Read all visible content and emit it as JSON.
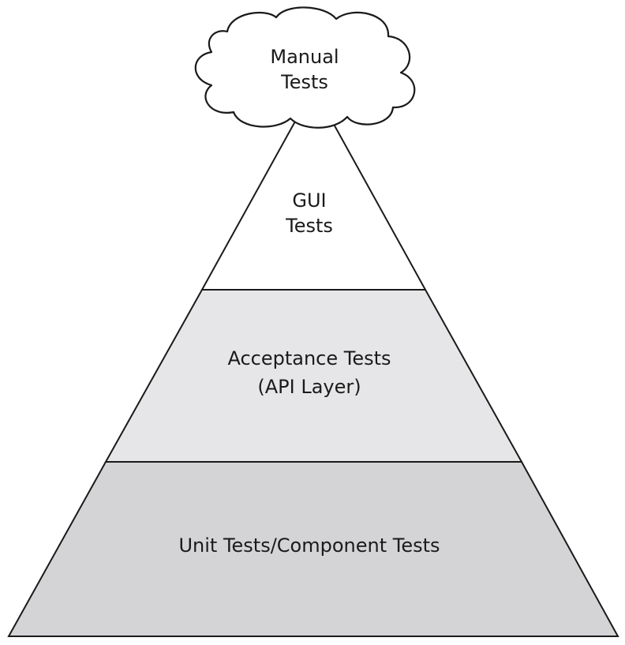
{
  "diagram": {
    "cloud": {
      "line1": "Manual",
      "line2": "Tests"
    },
    "tiers": [
      {
        "line1": "GUI",
        "line2": "Tests",
        "fill": "#ffffff"
      },
      {
        "line1": "Acceptance Tests",
        "line2": "(API Layer)",
        "fill": "#e6e6e8"
      },
      {
        "line1": "Unit Tests/Component Tests",
        "fill": "#d4d4d6"
      }
    ],
    "colors": {
      "stroke": "#1a1a1a",
      "text": "#1a1a1a"
    }
  }
}
